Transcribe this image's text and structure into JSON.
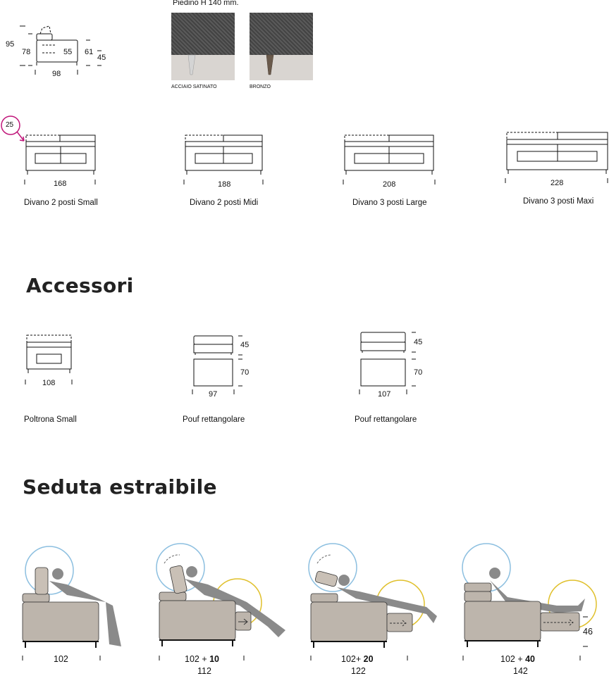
{
  "top_note": "Piedino H 140 mm.",
  "feet": [
    {
      "label": "ACCIAIO SATINATO",
      "color": "#c9c9c9"
    },
    {
      "label": "BRONZO",
      "color": "#6a5a4c"
    }
  ],
  "side_view": {
    "h_total": "95",
    "h_back": "78",
    "depth_seat": "55",
    "h_arm": "61",
    "h_seat": "45",
    "depth": "98"
  },
  "marker_badge": "25",
  "sofas": [
    {
      "width": "168",
      "name": "Divano 2 posti Small"
    },
    {
      "width": "188",
      "name": "Divano 2 posti Midi"
    },
    {
      "width": "208",
      "name": "Divano 3 posti Large"
    },
    {
      "width": "228",
      "name": "Divano 3 posti Maxi"
    }
  ],
  "accessori_title": "Accessori",
  "accessories": [
    {
      "name": "Poltrona Small",
      "width": "108"
    },
    {
      "name": "Pouf rettangolare",
      "width": "97",
      "height": "45",
      "depth": "70"
    },
    {
      "name": "Pouf rettangolare",
      "width": "107",
      "height": "45",
      "depth": "70"
    }
  ],
  "seduta_title": "Seduta estraibile",
  "seduta": [
    {
      "base": "102",
      "plus": "",
      "total": ""
    },
    {
      "base": "102 + ",
      "plus": "10",
      "total": "112"
    },
    {
      "base": "102+ ",
      "plus": "20",
      "total": "122"
    },
    {
      "base": "102 + ",
      "plus": "40",
      "total": "142",
      "extra": "46"
    }
  ],
  "colors": {
    "magenta": "#c0167a",
    "blue_circle": "#8cbfe0",
    "yellow_circle": "#e0c02c",
    "sofa_fill": "#bdb5ac",
    "figure": "#8a8a8a"
  }
}
